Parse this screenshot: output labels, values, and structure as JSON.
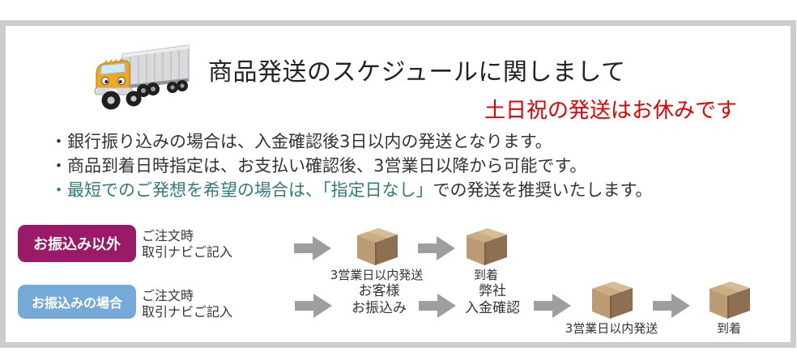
{
  "header": {
    "title": "商品発送のスケジュールに関しまして",
    "holiday_notice": "土日祝の発送はお休みです"
  },
  "notes": [
    "・銀行振り込みの場合は、入金確認後3日以内の発送となります。",
    "・商品到着日時指定は、お支払い確認後、3営業日以降から可能です。",
    {
      "highlight": "・最短でのご発想を希望の場合は、「指定日なし」",
      "rest": "での発送を推奨いたします。"
    }
  ],
  "rows": [
    {
      "badge": "お振込み以外",
      "badge_color": "#9b1a68",
      "note": [
        "ご注文時",
        "取引ナビご記入"
      ],
      "steps": {
        "ship": "3営業日以内発送",
        "arrival": "到着"
      }
    },
    {
      "badge": "お振込みの場合",
      "badge_color": "#74a9d8",
      "note": [
        "ご注文時",
        "取引ナビご記入"
      ],
      "steps": {
        "customer": [
          "お客様",
          "お振込み"
        ],
        "company": [
          "弊社",
          "入金確認"
        ],
        "ship": "3営業日以内発送",
        "arrival": "到着"
      }
    }
  ],
  "icons": {
    "truck": "delivery-truck-icon",
    "package": "package-box-icon",
    "arrow": "flow-arrow-icon"
  },
  "colors": {
    "frame_border": "#cccccc",
    "title_text": "#222222",
    "notice_red": "#e60000",
    "body_text": "#333333",
    "highlight_teal": "#2e7d7a",
    "badge_other": "#9b1a68",
    "badge_transfer": "#74a9d8",
    "arrow_gray": "#9e9e9e",
    "box_top": "#d7bd95",
    "box_front": "#bb9a74",
    "box_side": "#8d6f52"
  }
}
